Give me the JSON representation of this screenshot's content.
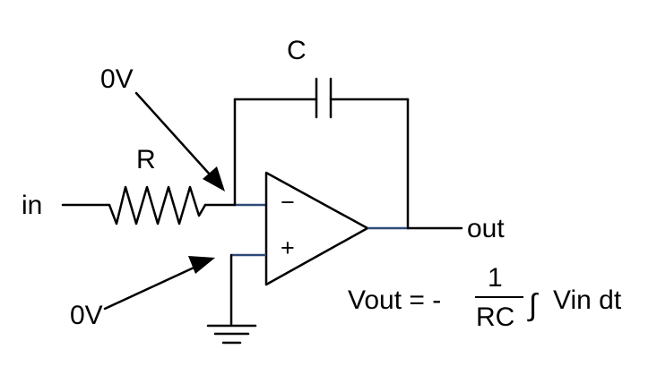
{
  "labels": {
    "capacitor": "C",
    "resistor": "R",
    "input": "in",
    "output": "out",
    "inverting_node_voltage": "0V",
    "noninverting_node_voltage": "0V",
    "inverting_sign": "−",
    "noninverting_sign": "+"
  },
  "formula": {
    "lhs": "Vout = -",
    "numerator": "1",
    "denominator": "RC",
    "integral_sign": "∫",
    "integrand": "Vin dt"
  }
}
